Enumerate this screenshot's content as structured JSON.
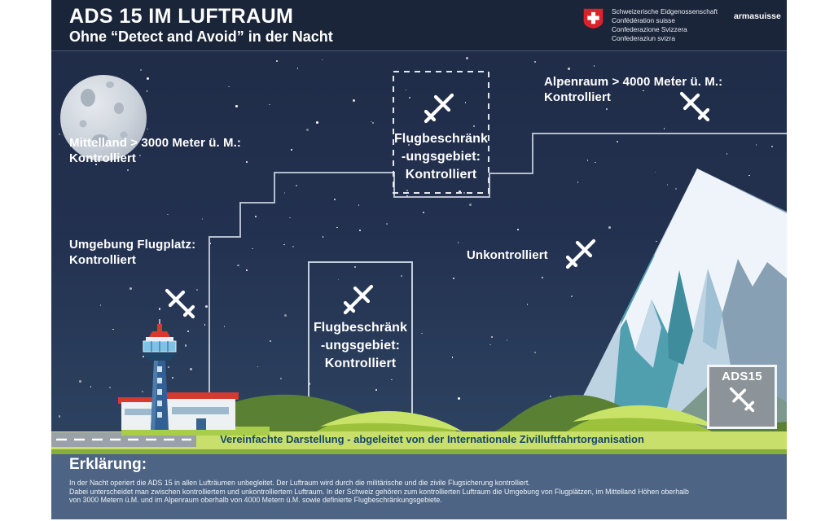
{
  "header": {
    "title": "ADS 15 IM LUFTRAUM",
    "subtitle": "Ohne “Detect and Avoid” in der Nacht",
    "federal_logo": {
      "lines": [
        "Schweizerische Eidgenossenschaft",
        "Confédération suisse",
        "Confederazione Svizzera",
        "Confederaziun svizra"
      ],
      "brand": "armasuisse"
    }
  },
  "scene": {
    "labels": {
      "mittelland": [
        "Mittelland > 3000 Meter ü. M.:",
        "Kontrolliert"
      ],
      "alpenraum": [
        "Alpenraum > 4000 Meter ü. M.:",
        "Kontrolliert"
      ],
      "umgebung_flugplatz": [
        "Umgebung Flugplatz:",
        "Kontrolliert"
      ],
      "unkontrolliert": "Unkontrolliert",
      "flugbeschraenkungsgebiet_oben": [
        "Flugbeschränk",
        "-ungsgebiet:",
        "Kontrolliert"
      ],
      "flugbeschraenkungsgebiet_unten": [
        "Flugbeschränk",
        "-ungsgebiet:",
        "Kontrolliert"
      ],
      "ads15_badge": "ADS15"
    },
    "note_strip": "Vereinfachte Darstellung - abgeleitet von der Internationale Zivilluftfahrtorganisation",
    "icons": {
      "plane": "glider-plane-icon",
      "moon": "full-moon-icon",
      "swiss_cross": "swiss-cross-shield-icon",
      "tower": "airport-control-tower",
      "mountain": "snow-capped-mountain"
    }
  },
  "footer": {
    "heading": "Erklärung:",
    "lines": [
      "In der Nacht operiert die ADS 15 in allen Lufträumen unbegleitet. Der Luftraum wird durch die militärische und die zivile Flugsicherung kontrolliert.",
      "Dabei unterscheidet man zwischen kontrolliertem und unkontrolliertem Luftraum. In der Schweiz gehören zum kontrollierten Luftraum die Umgebung von Flugplätzen, im Mittelland Höhen oberhalb",
      "von 3000 Metern ü.M. und im Alpenraum oberhalb von 4000 Metern ü.M. sowie definierte Flugbeschränkungsgebiete."
    ]
  },
  "colors": {
    "header_navy": "#1a2539",
    "sky_top": "#1f2b46",
    "sky_bottom": "#2c415f",
    "boundary_line": "#c5cedb",
    "swiss_red": "#d8232a",
    "accent_red": "#d8392e",
    "strip_green": "#c9df6b",
    "hill_green": "#9cc23c",
    "footer_blue": "#4d6484",
    "badge_gray": "#8c9499",
    "text_white": "#ffffff"
  }
}
